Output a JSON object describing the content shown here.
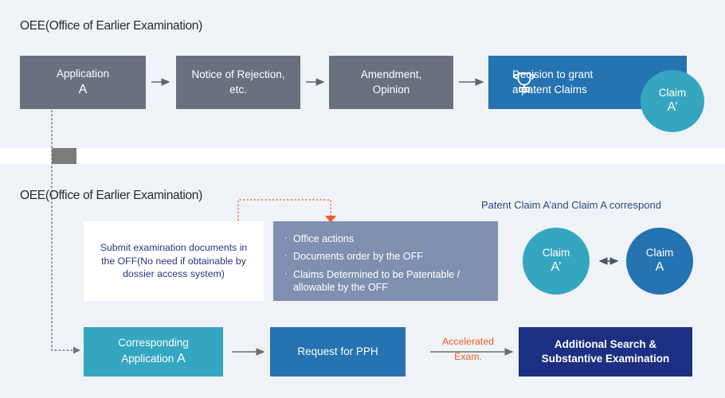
{
  "diagram": {
    "background_color": "#eff2f7",
    "colors": {
      "slate_gray": "#69717f",
      "blue": "#2573b0",
      "teal": "#35a6c0",
      "navy": "#1d2f82",
      "steel": "#7e8fb0",
      "orange": "#f25c22",
      "dark_blue_text": "#26387a",
      "divider_tab": "#7b7b7b"
    },
    "sections": {
      "top": {
        "title": "OEE(Office of Earlier Examination)"
      },
      "bottom": {
        "title": "OEE(Office of Earlier Examination)"
      }
    },
    "top_flow": {
      "application": {
        "line1": "Application",
        "line2": "A"
      },
      "notice": {
        "line1": "Notice of Rejection,",
        "line2": "etc."
      },
      "amendment": {
        "line1": "Amendment,",
        "line2": "Opinion"
      },
      "decision": {
        "line1": "Decision to grant",
        "line2": "a patent Claims",
        "icon": "trophy-icon"
      },
      "claim_circle": {
        "line1": "Claim",
        "line2": "A’"
      }
    },
    "bottom_middle": {
      "submit_box": "Submit examination documents in the OFF(No need if obtainable by dossier access system)",
      "submit_box_lines": [
        "Submit examination documents in",
        "the OFF(No need if obtainable by",
        "dossier access system)"
      ],
      "bullets": [
        "Office actions",
        "Documents order by the OFF",
        "Claims Determined to be Patentable / allowable by the OFF"
      ],
      "bullet_marker": "·",
      "correspond_label": "Patent Claim A’and Claim A correspond",
      "circle_left": {
        "line1": "Claim",
        "line2": "A’"
      },
      "circle_right": {
        "line1": "Claim",
        "line2": "A"
      }
    },
    "bottom_flow": {
      "corresponding": {
        "line1": "Corresponding",
        "line2": "Application",
        "line2_suffix": "A"
      },
      "request_pph": "Request for PPH",
      "accelerated": {
        "line1": "Accelerated",
        "line2": "Exam."
      },
      "additional": {
        "line1": "Additional Search &",
        "line2": "Substantive Examination"
      }
    }
  }
}
